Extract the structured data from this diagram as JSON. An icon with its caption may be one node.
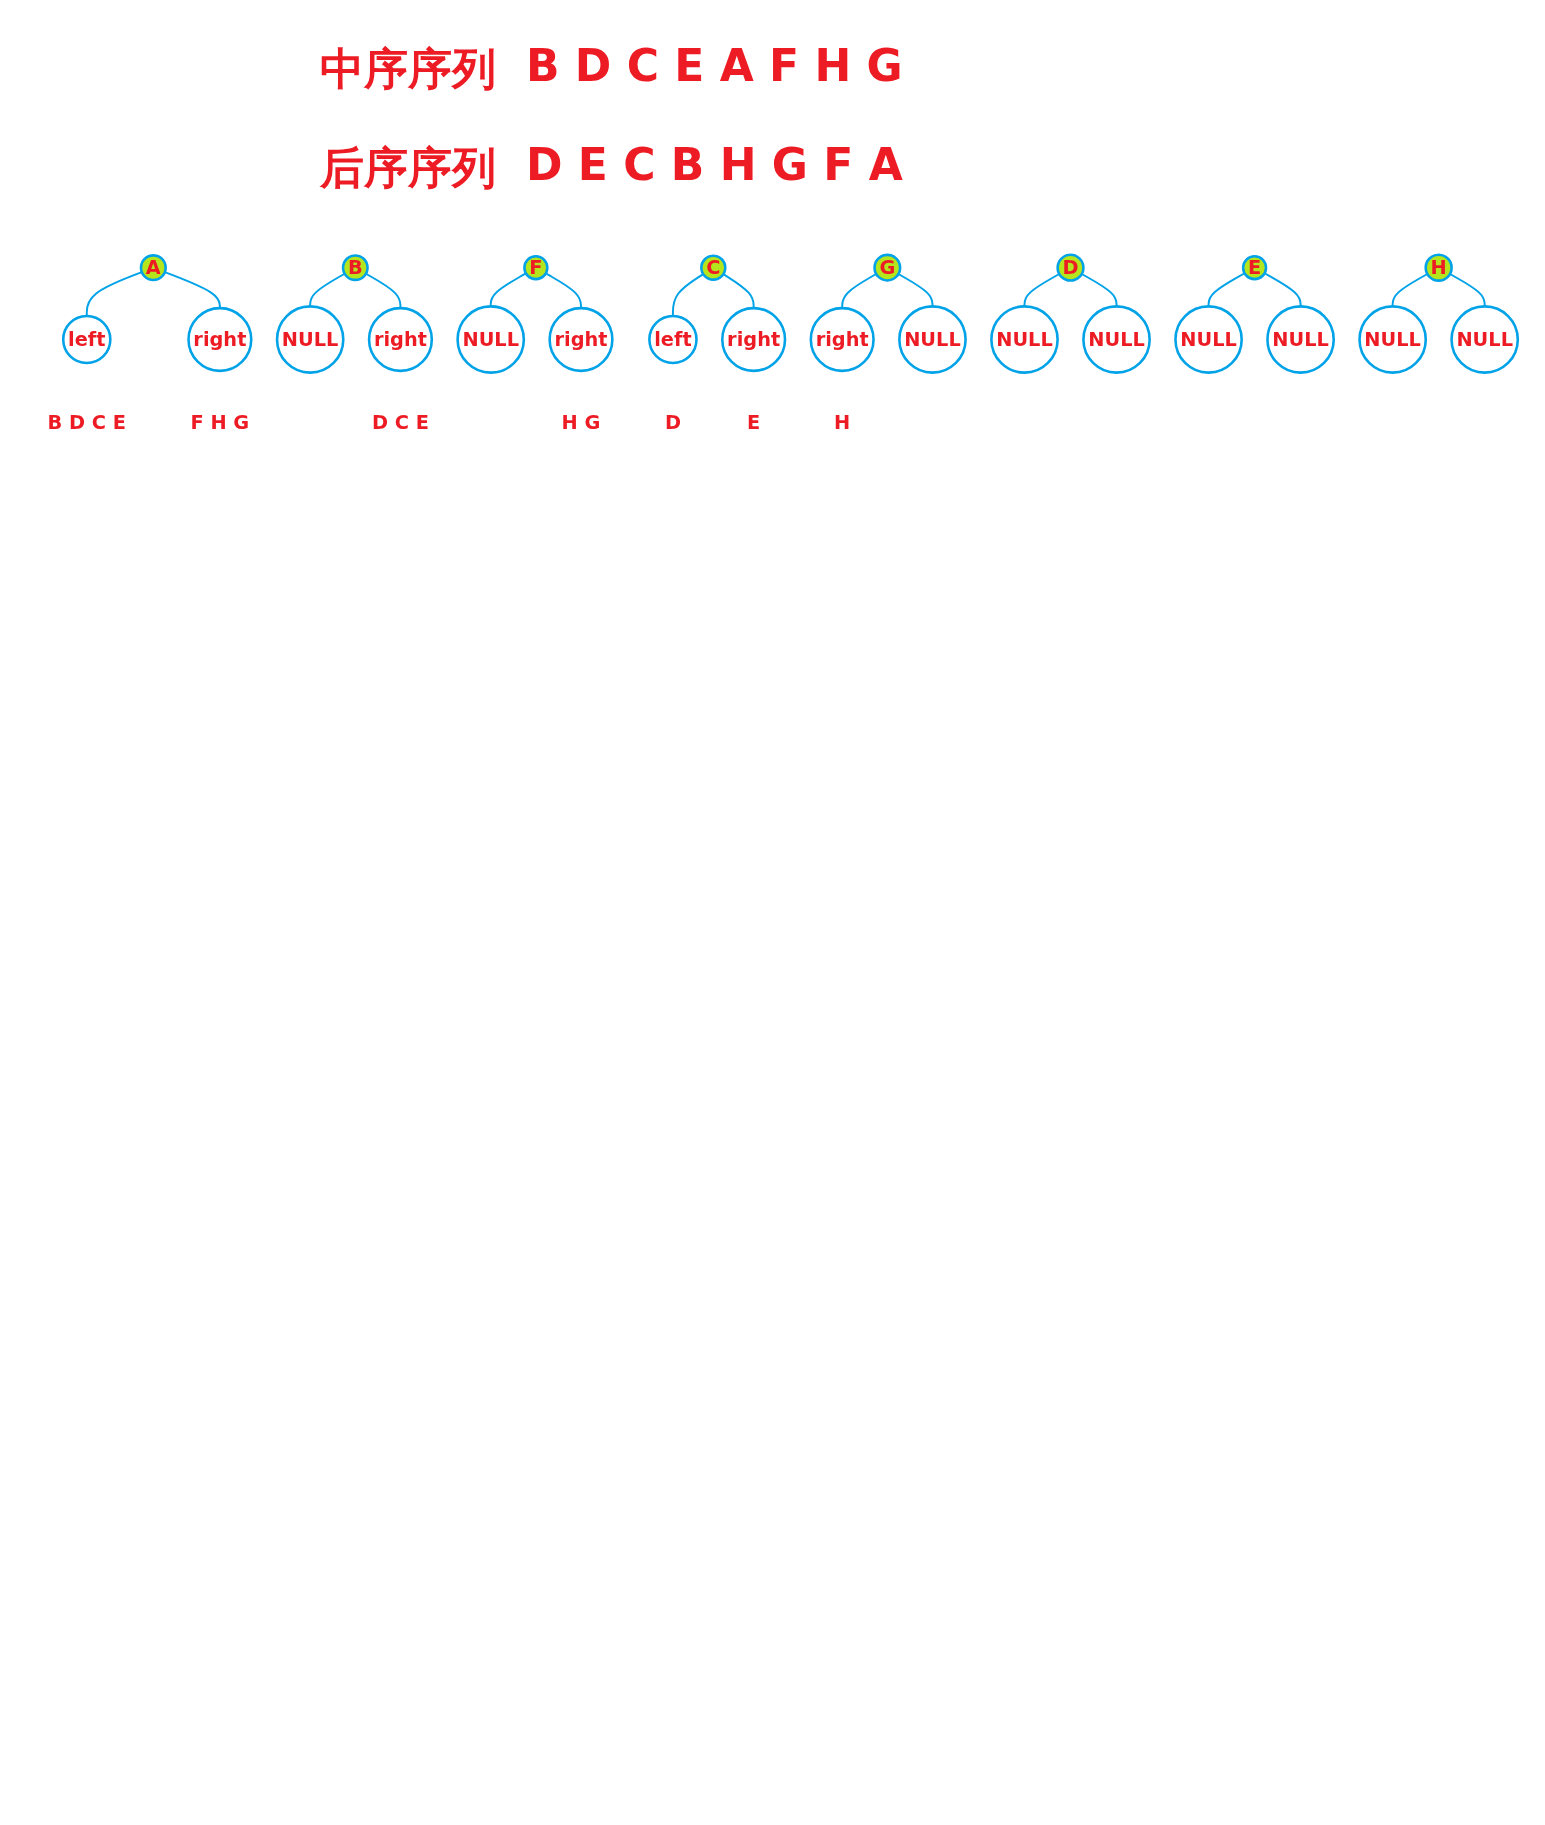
{
  "diagram": {
    "nodes": [
      {
        "text": [
          "A"
        ]
      },
      {
        "text": [
          "left"
        ],
        "beside": [
          "B D C E"
        ]
      },
      {
        "text": [
          "right"
        ],
        "beside": [
          "F H G"
        ]
      },
      {
        "text": [
          "B"
        ]
      },
      {
        "text": [
          "F"
        ]
      },
      {
        "text": [
          "NULL"
        ]
      },
      {
        "text": [
          "right"
        ],
        "beside": [
          "D C E"
        ]
      },
      {
        "text": [
          "NULL"
        ]
      },
      {
        "text": [
          "right"
        ],
        "beside": [
          "H G"
        ]
      },
      {
        "text": [
          "C"
        ]
      },
      {
        "text": [
          "G"
        ]
      },
      {
        "text": [
          "left"
        ],
        "beside": [
          "D"
        ]
      },
      {
        "text": [
          "right"
        ],
        "beside": [
          "E"
        ]
      },
      {
        "text": [
          "right"
        ],
        "beside": [
          "H"
        ]
      },
      {
        "text": [
          "NULL"
        ]
      },
      {
        "text": [
          "D"
        ]
      },
      {
        "text": [
          "E"
        ]
      },
      {
        "text": [
          "H"
        ]
      },
      {
        "text": [
          "NULL"
        ]
      },
      {
        "text": [
          "NULL"
        ]
      },
      {
        "text": [
          "NULL"
        ]
      },
      {
        "text": [
          "NULL"
        ]
      },
      {
        "text": [
          "NULL"
        ]
      },
      {
        "text": [
          "NULL"
        ]
      }
    ],
    "edges": [
      {
        "from": 0,
        "to": 1,
        "arrow": "none"
      },
      {
        "from": 0,
        "to": 2,
        "arrow": "none"
      },
      {
        "from": 3,
        "to": 5,
        "arrow": "none"
      },
      {
        "from": 3,
        "to": 6,
        "arrow": "none"
      },
      {
        "from": 4,
        "to": 7,
        "arrow": "none"
      },
      {
        "from": 4,
        "to": 8,
        "arrow": "none"
      },
      {
        "from": 9,
        "to": 11,
        "arrow": "none"
      },
      {
        "from": 9,
        "to": 12,
        "arrow": "none"
      },
      {
        "from": 10,
        "to": 13,
        "arrow": "none"
      },
      {
        "from": 10,
        "to": 14,
        "arrow": "none"
      },
      {
        "from": 15,
        "to": 18,
        "arrow": "none"
      },
      {
        "from": 15,
        "to": 19,
        "arrow": "none"
      },
      {
        "from": 16,
        "to": 20,
        "arrow": "none"
      },
      {
        "from": 16,
        "to": 21,
        "arrow": "none"
      },
      {
        "from": 17,
        "to": 22,
        "arrow": "none"
      },
      {
        "from": 17,
        "to": 23,
        "arrow": "none"
      }
    ],
    "labels": [
      "中序序列",
      "B D C E A F H G",
      "后序序列",
      "D E C B H G F A"
    ]
  }
}
